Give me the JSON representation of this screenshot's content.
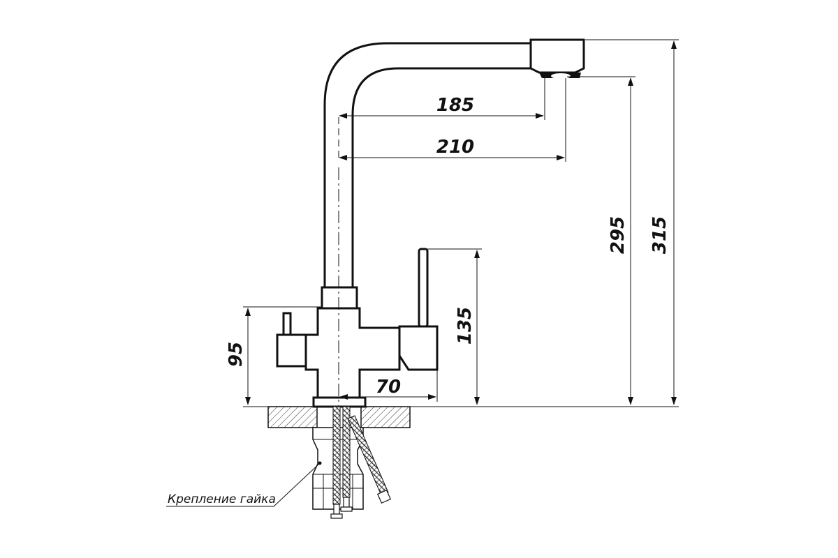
{
  "dimensions": {
    "spout_reach_inner": "185",
    "spout_reach_outer": "210",
    "aerator_height": "295",
    "total_height": "315",
    "lever_height": "135",
    "side_handle_height": "95",
    "body_width": "70"
  },
  "labels": {
    "mounting_nut": "Крепление гайка"
  },
  "colors": {
    "line": "#111111",
    "background": "#ffffff"
  }
}
